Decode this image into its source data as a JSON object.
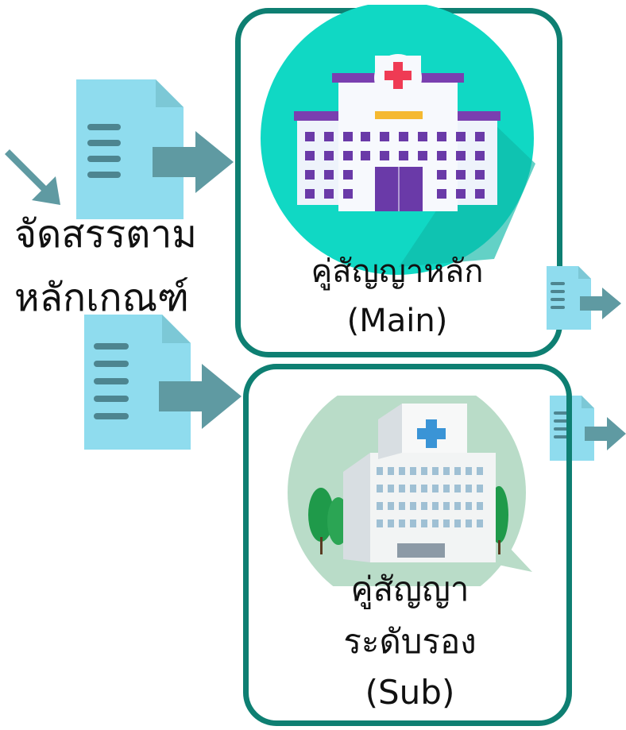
{
  "left_label": {
    "line1": "จัดสรรตาม",
    "line2": "หลักเกณฑ์"
  },
  "main_box": {
    "title": "คู่สัญญาหลัก",
    "subtitle": "(Main)"
  },
  "sub_box": {
    "title_line1": "คู่สัญญา",
    "title_line2": "ระดับรอง",
    "subtitle": "(Sub)"
  },
  "colors": {
    "box_border": "#0e7f72",
    "doc_light": "#8fdcee",
    "doc_fold": "#7cc8d6",
    "doc_lines": "#4d8590",
    "arrow": "#5f9aa2",
    "main_circle": "#10d8c4",
    "sub_circle": "#b9dcc8"
  },
  "icons": [
    "document-icon",
    "arrow-right-icon",
    "hospital-main-icon",
    "hospital-sub-icon"
  ]
}
